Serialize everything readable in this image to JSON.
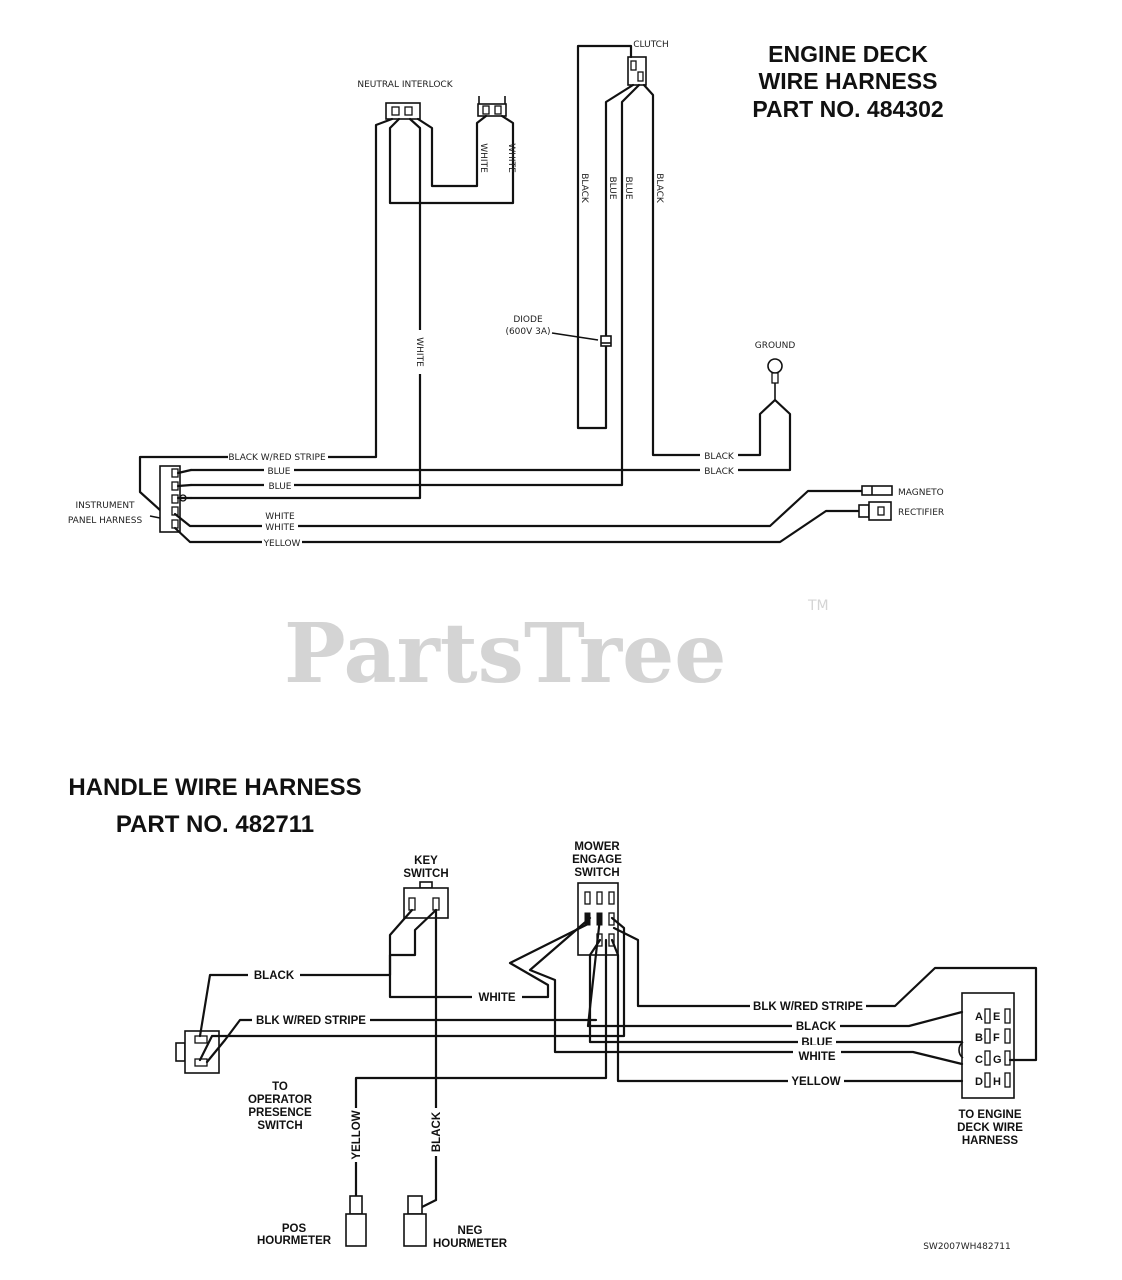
{
  "engine_deck": {
    "title_line1": "ENGINE DECK",
    "title_line2": "WIRE HARNESS",
    "title_line3": "PART NO. 484302",
    "labels": {
      "neutral_interlock": "NEUTRAL INTERLOCK",
      "clutch": "CLUTCH",
      "diode_line1": "DIODE",
      "diode_line2": "(600V 3A)",
      "ground": "GROUND",
      "instrument_line1": "INSTRUMENT",
      "instrument_line2": "PANEL HARNESS",
      "magneto": "MAGNETO",
      "rectifier": "RECTIFIER"
    },
    "wires": {
      "white_a": "WHITE",
      "white_b": "WHITE",
      "white_long": "WHITE",
      "black_left": "BLACK",
      "blue_1": "BLUE",
      "blue_2": "BLUE",
      "black_right": "BLACK",
      "black_red_stripe": "BLACK W/RED STRIPE",
      "blue_h1": "BLUE",
      "blue_h2": "BLUE",
      "white_h1": "WHITE",
      "white_h2": "WHITE",
      "yellow_h": "YELLOW",
      "black_h1": "BLACK",
      "black_h2": "BLACK"
    }
  },
  "watermark": {
    "text": "PartsTree",
    "tm": "TM"
  },
  "handle": {
    "title_line1": "HANDLE WIRE HARNESS",
    "title_line2": "PART NO. 482711",
    "labels": {
      "key_line1": "KEY",
      "key_line2": "SWITCH",
      "mower_line1": "MOWER",
      "mower_line2": "ENGAGE",
      "mower_line3": "SWITCH",
      "to_op_line1": "TO",
      "to_op_line2": "OPERATOR",
      "to_op_line3": "PRESENCE",
      "to_op_line4": "SWITCH",
      "to_eng_line1": "TO ENGINE",
      "to_eng_line2": "DECK WIRE",
      "to_eng_line3": "HARNESS",
      "pos_line1": "POS",
      "pos_line2": "HOURMETER",
      "neg_line1": "NEG",
      "neg_line2": "HOURMETER",
      "ref_code": "SW2007WH482711"
    },
    "wires": {
      "black": "BLACK",
      "white": "WHITE",
      "blkw_red_left": "BLK W/RED STRIPE",
      "blkw_red_right": "BLK W/RED STRIPE",
      "black_r": "BLACK",
      "blue_r": "BLUE",
      "white_r": "WHITE",
      "yellow_r": "YELLOW",
      "yellow_v": "YELLOW",
      "black_v": "BLACK"
    },
    "pins_left": [
      "A",
      "B",
      "C",
      "D"
    ],
    "pins_right": [
      "E",
      "F",
      "G",
      "H"
    ]
  }
}
